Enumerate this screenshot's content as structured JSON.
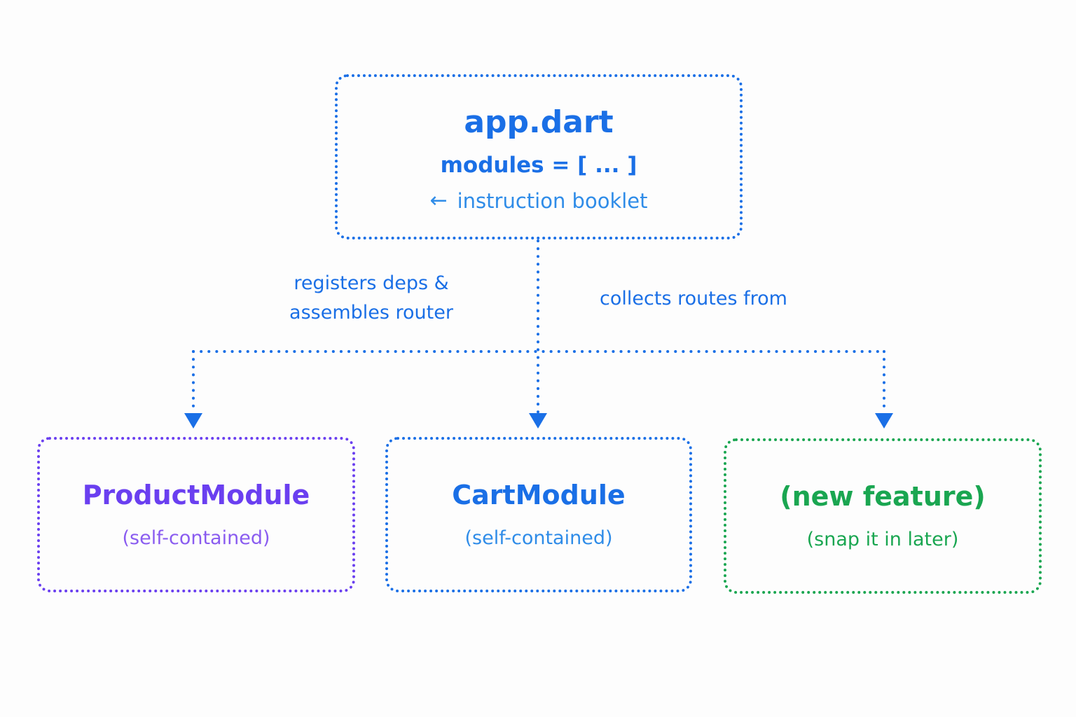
{
  "colors": {
    "blue": "#1a6fe6",
    "blue_light": "#2f8ce8",
    "purple": "#6a3ff0",
    "purple_light": "#8a5cf0",
    "green": "#1aa651",
    "connector": "#1a6fe6"
  },
  "app": {
    "title": "app.dart",
    "code": "modules = [ ... ]",
    "arrow_icon": "←",
    "note": "instruction booklet"
  },
  "edges": {
    "left_label_line1": "registers deps &",
    "left_label_line2": "assembles router",
    "right_label": "collects routes from"
  },
  "modules": [
    {
      "title": "ProductModule",
      "subtitle": "(self-contained)"
    },
    {
      "title": "CartModule",
      "subtitle": "(self-contained)"
    },
    {
      "title": "(new feature)",
      "subtitle": "(snap it in later)"
    }
  ]
}
